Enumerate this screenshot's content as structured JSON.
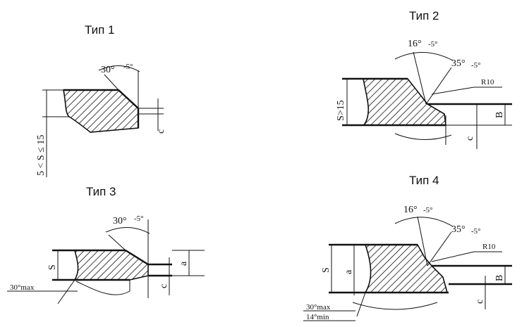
{
  "types": [
    {
      "title": "Тип 1",
      "bevel_angle": "30°",
      "bevel_tol": "-5°",
      "thickness": "5 < S ≤ 15",
      "root_face": "c"
    },
    {
      "title": "Тип 2",
      "angle_small": "16°",
      "angle_small_tol": "-5°",
      "angle_large": "35°",
      "angle_large_tol": "-5°",
      "radius": "R10",
      "thickness": "S>15",
      "height_b": "B",
      "root_face": "c"
    },
    {
      "title": "Тип 3",
      "bevel_angle": "30°",
      "bevel_tol": "-5°",
      "thickness": "S",
      "height_a": "a",
      "root_face": "c",
      "angle_max": "30°max"
    },
    {
      "title": "Тип 4",
      "angle_small": "16°",
      "angle_small_tol": "-5°",
      "angle_large": "35°",
      "angle_large_tol": "-5°",
      "radius": "R10",
      "thickness": "S",
      "height_a": "a",
      "height_b": "B",
      "root_face": "c",
      "angle_max": "30°max",
      "angle_min": "14°min"
    }
  ]
}
